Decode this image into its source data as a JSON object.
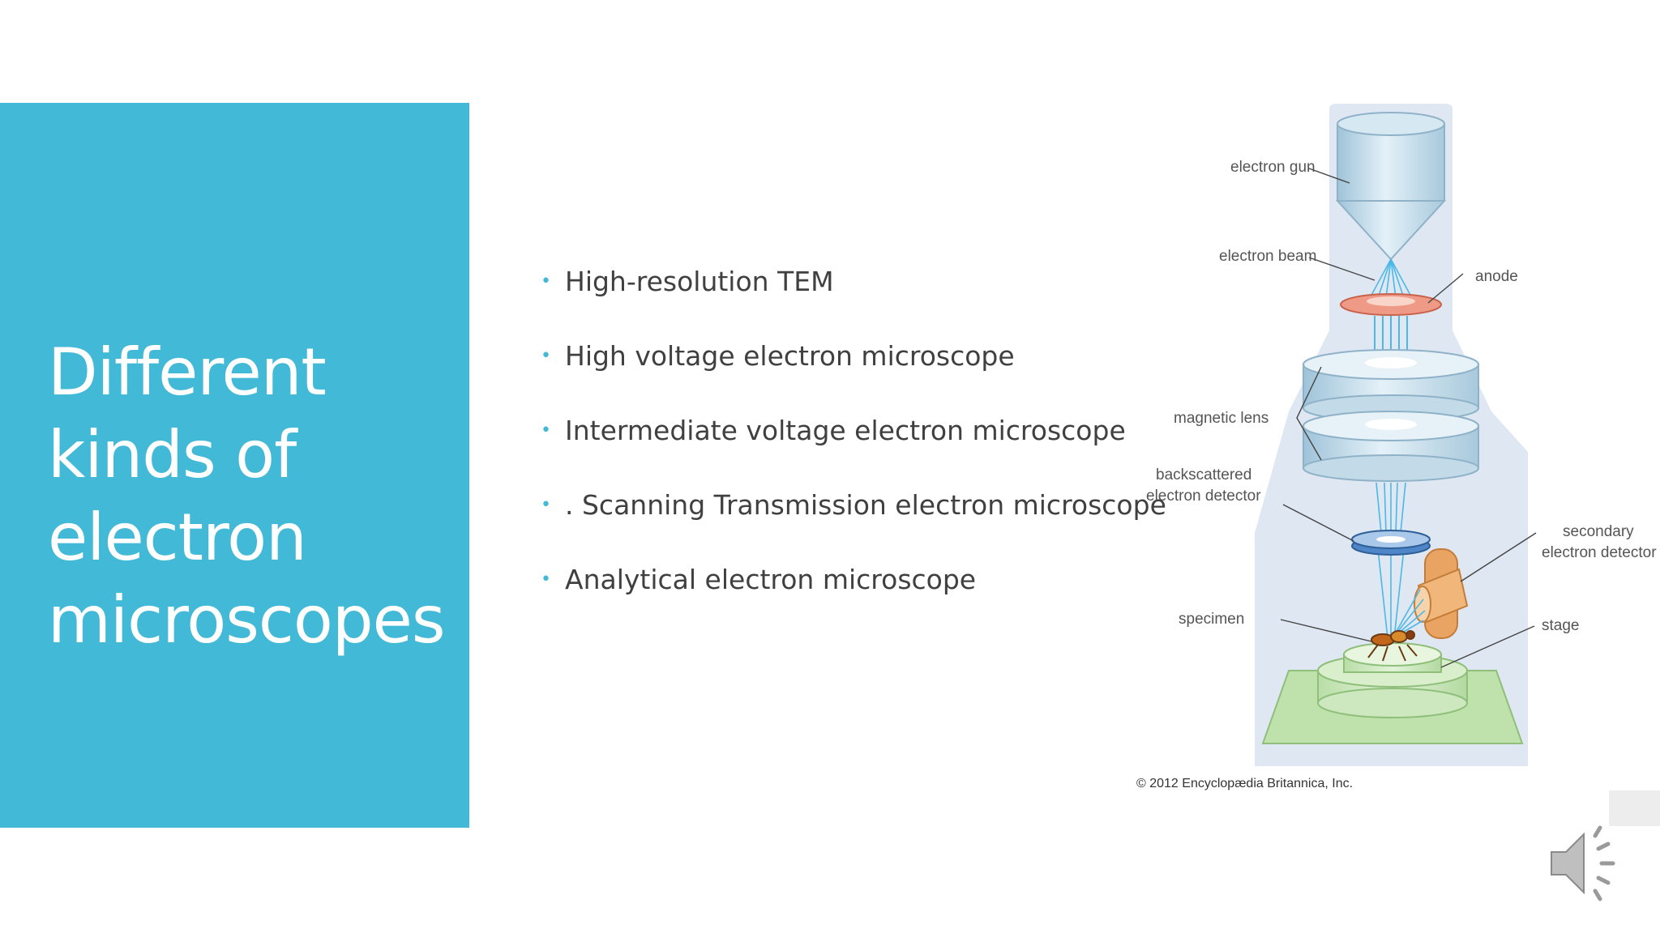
{
  "slide": {
    "title": "Different kinds of electron microscopes",
    "bullets": [
      "High-resolution TEM",
      "High voltage electron microscope",
      "Intermediate voltage electron microscope",
      ". Scanning Transmission electron microscope",
      "Analytical electron microscope"
    ],
    "bullet_glyph": "•"
  },
  "diagram": {
    "labels": {
      "electron_gun": "electron gun",
      "electron_beam": "electron beam",
      "anode": "anode",
      "magnetic_lens": "magnetic lens",
      "backscattered_1": "backscattered",
      "backscattered_2": "electron detector",
      "secondary_1": "secondary",
      "secondary_2": "electron detector",
      "specimen": "specimen",
      "stage": "stage"
    },
    "copyright": "© 2012 Encyclopædia Britannica, Inc."
  },
  "icons": {
    "audio": "speaker-icon"
  },
  "colors": {
    "accent": "#42b9d6",
    "text": "#404040",
    "title_text": "#ffffff"
  }
}
